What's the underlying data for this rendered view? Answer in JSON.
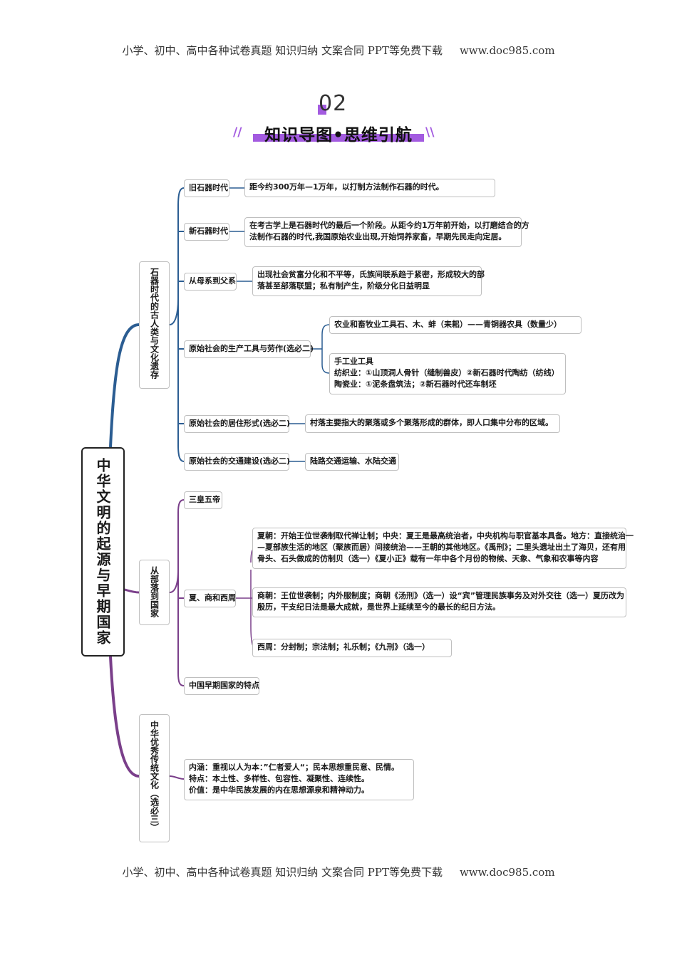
{
  "header": {
    "text": "小学、初中、高中各种试卷真题 知识归纳 文案合同 PPT等免费下载",
    "site": "www.doc985.com"
  },
  "footer": {
    "text": "小学、初中、高中各种试卷真题 知识归纳 文案合同 PPT等免费下载",
    "site": "www.doc985.com"
  },
  "section": {
    "number": "02",
    "title": "知识导图•思维引航",
    "slash_left": "//",
    "slash_right": "\\\\"
  },
  "root": "中华文明的起源与早期国家",
  "branch1": {
    "label": "石器时代的古人类与文化遗存",
    "nodes": {
      "old": {
        "label": "旧石器时代",
        "desc": "距今约300万年—1万年，以打制方法制作石器的时代。"
      },
      "new": {
        "label": "新石器时代",
        "desc1": "在考古学上是石器时代的最后一个阶段。从距今约1万年前开始，以打磨结合的方",
        "desc2": "法制作石器的时代,我国原始农业出现,开始饲养家畜，早期先民走向定居。"
      },
      "kin": {
        "label": "从母系到父系",
        "desc1": "出现社会贫富分化和不平等，氏族间联系趋于紧密，形成较大的部",
        "desc2": "落甚至部落联盟；私有制产生，阶级分化日益明显"
      },
      "tools": {
        "label": "原始社会的生产工具与劳作(选必二)",
        "agri": "农业和畜牧业工具石、木、蚌（耒耜）——青铜器农具（数量少）",
        "craft1": "手工业工具",
        "craft2": "纺织业：①山顶洞人骨针（缝制兽皮）②新石器时代陶纺（纺线）",
        "craft3": "陶瓷业：①泥条盘筑法；②新石器时代还车制坯"
      },
      "living": {
        "label": "原始社会的居住形式(选必二)",
        "desc": "村落主要指大的聚落或多个聚落形成的群体，即人口集中分布的区域。"
      },
      "traffic": {
        "label": "原始社会的交通建设(选必二)",
        "desc": "陆路交通运输、水陆交通"
      }
    }
  },
  "branch2": {
    "label": "从部落到国家",
    "nodes": {
      "sanhuang": "三皇五帝",
      "xsz": "夏、商和西周",
      "xia1": "夏朝：开始王位世袭制取代禅让制；中央：夏王是最高统治者，中央机构与职官基本具备。地方：直接统治一",
      "xia2": "—夏部族生活的地区（聚族而居）间接统治——王朝的其他地区。《禹刑》；二里头遗址出土了海贝，还有用",
      "xia3": "骨头、石头做成的仿制贝（选一）《夏小正》载有一年中各个月份的物候、天象、气象和农事等内容",
      "shang1": "商朝：王位世袭制；内外服制度；商朝《汤刑》（选一）设“宾”管理民族事务及对外交往（选一）夏历改为",
      "shang2": "殷历，干支纪日法是最大成就，是世界上延续至今的最长的纪日方法。",
      "zhou": "西周：分封制；宗法制；礼乐制；《九刑》（选一）",
      "traits": "中国早期国家的特点"
    }
  },
  "branch3": {
    "label": "中华优秀传统文化（选必三）",
    "line1": "内涵：重视以人为本：”仁者爱人“；民本思想重民意、民情。",
    "line2": "特点：本土性、多样性、包容性、凝聚性、连续性。",
    "line3": "价值：是中华民族发展的内在思想源泉和精神动力。"
  },
  "colors": {
    "accent": "#a35be0",
    "branch_blue": "#2b5d92",
    "branch_purple": "#7a3f8a"
  }
}
